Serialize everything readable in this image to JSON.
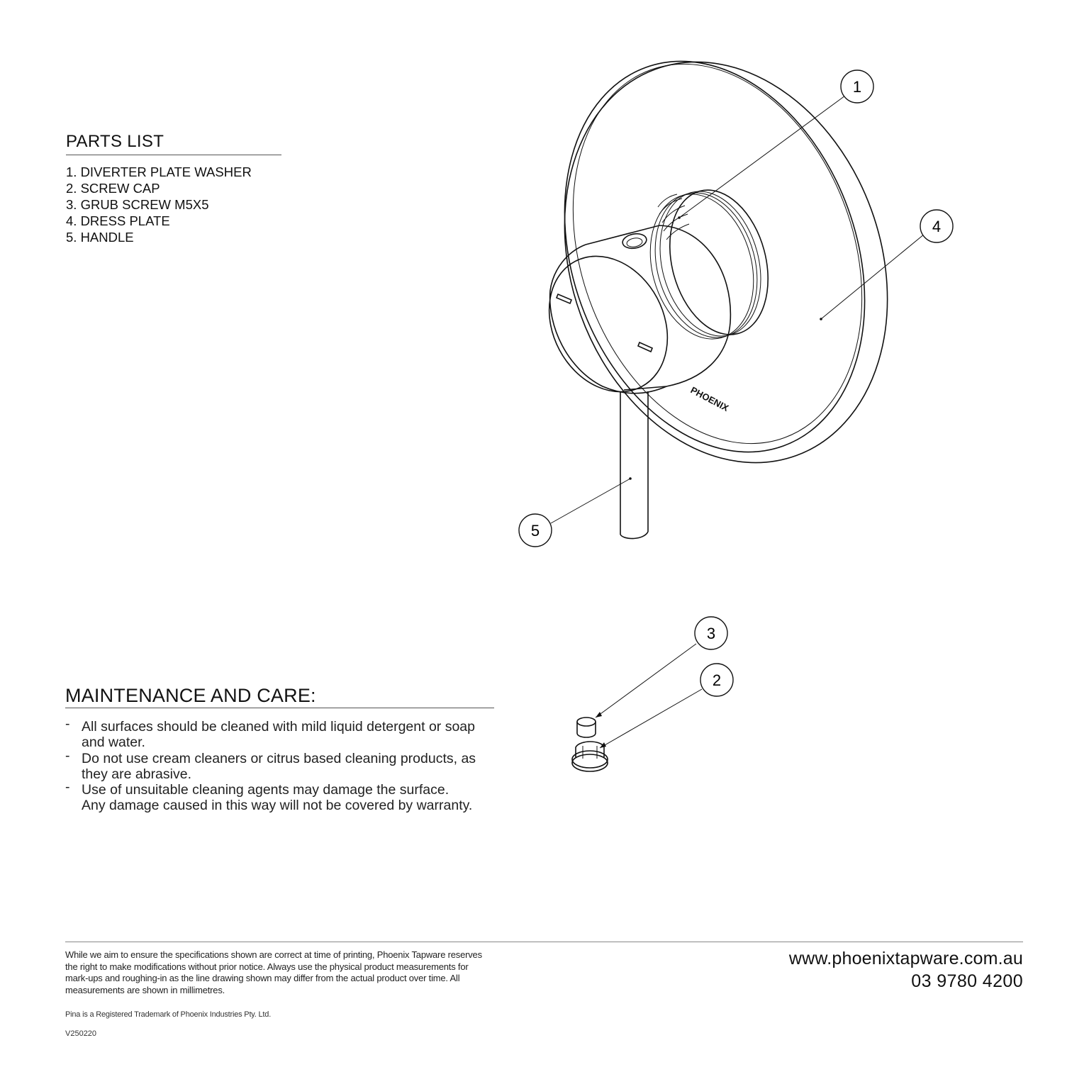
{
  "parts_list": {
    "title": "PARTS LIST",
    "items": [
      "1. DIVERTER PLATE WASHER",
      "2. SCREW CAP",
      "3. GRUB SCREW M5X5",
      "4. DRESS PLATE",
      "5. HANDLE"
    ]
  },
  "maintenance": {
    "title": "MAINTENANCE AND CARE:",
    "items": [
      "All surfaces should be cleaned with mild liquid detergent or soap\nand water.",
      "Do not use cream cleaners or citrus based cleaning products, as\nthey are abrasive.",
      "Use of unsuitable cleaning agents may damage the surface.\nAny damage caused in this way will not be covered by warranty."
    ]
  },
  "drawing": {
    "brand_mark": "PHOENIX",
    "callouts": [
      "1",
      "2",
      "3",
      "4",
      "5"
    ]
  },
  "footer": {
    "disclaimer": "While we aim to ensure the specifications shown are correct at time of printing, Phoenix Tapware reserves the right to make modifications without prior notice. Always use the physical product measurements for mark-ups and roughing-in as the line drawing shown may differ from the actual product over time. All measurements are shown in millimetres.",
    "trademark": "Pina is a Registered Trademark of Phoenix Industries Pty. Ltd.",
    "version": "V250220",
    "website": "www.phoenixtapware.com.au",
    "phone": "03 9780 4200"
  }
}
